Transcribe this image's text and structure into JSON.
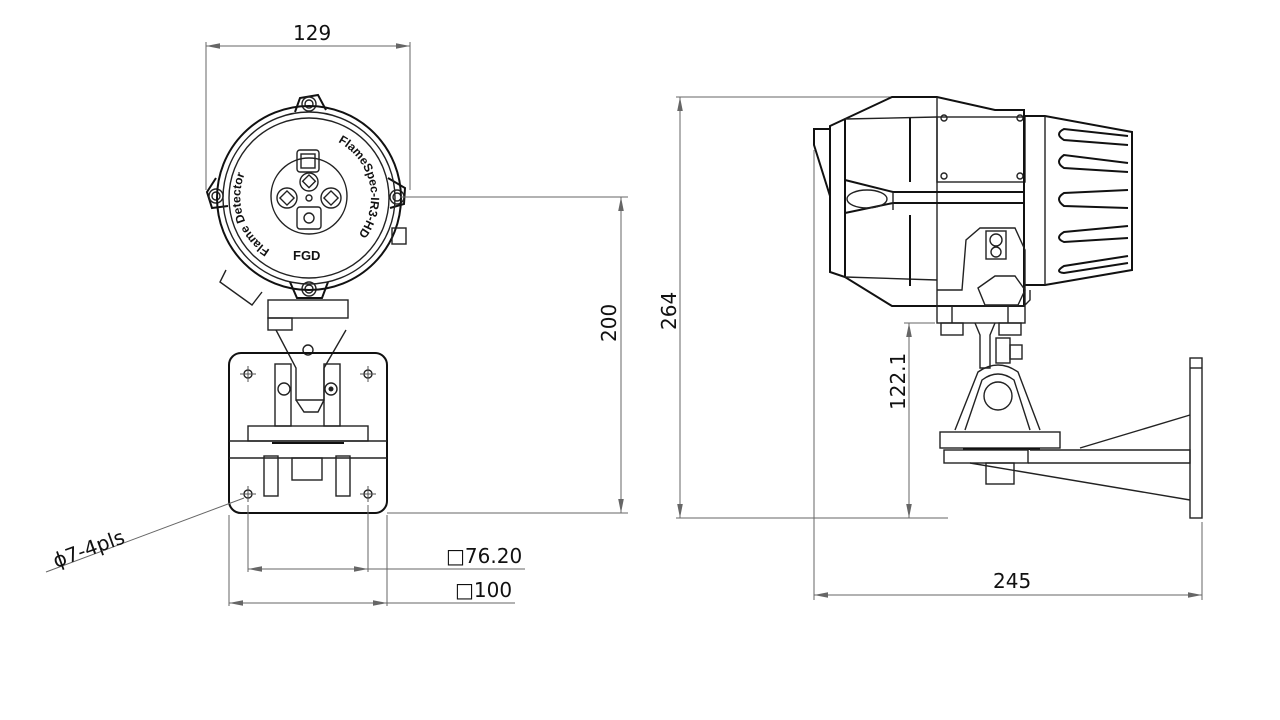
{
  "drawing": {
    "front_view": {
      "face_labels": {
        "left_arc": "Flame Detector",
        "right_arc": "FlameSpec-IR3-HD",
        "bottom": "FGD"
      }
    },
    "dimensions": {
      "width_top": "129",
      "height_front": "200",
      "height_total": "264",
      "mount_height": "122.1",
      "depth": "245",
      "hole_pattern": "76.20",
      "plate_size": "100",
      "hole_callout": "7-4pls"
    },
    "symbols": {
      "diameter": "ϕ",
      "square": "□"
    }
  }
}
